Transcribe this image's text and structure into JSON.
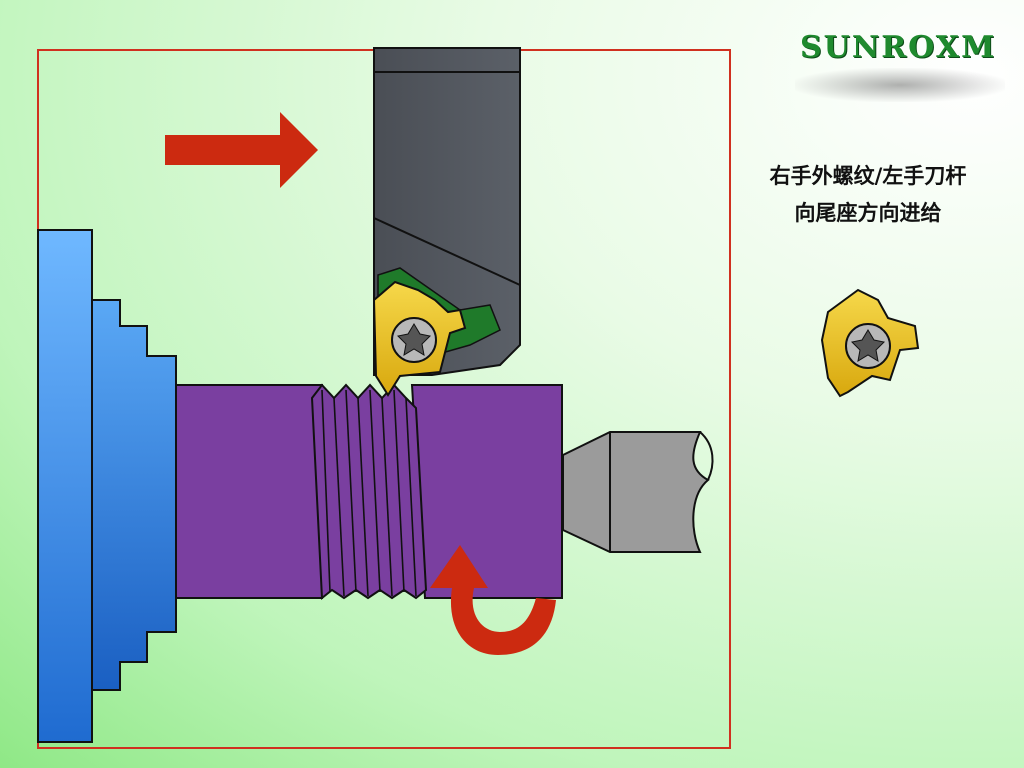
{
  "logo": {
    "text": "SUNROXM"
  },
  "caption": {
    "line1": "右手外螺纹/左手刀杆",
    "line2": "向尾座方向进给"
  },
  "colors": {
    "workpiece": "#7a3fa0",
    "chuck": "#2f7fdc",
    "tailstock": "#9a9a9a",
    "holder": "#4f535a",
    "insert": "#e8c21a",
    "arrow": "#cc2a10",
    "frame": "#d0301f"
  }
}
